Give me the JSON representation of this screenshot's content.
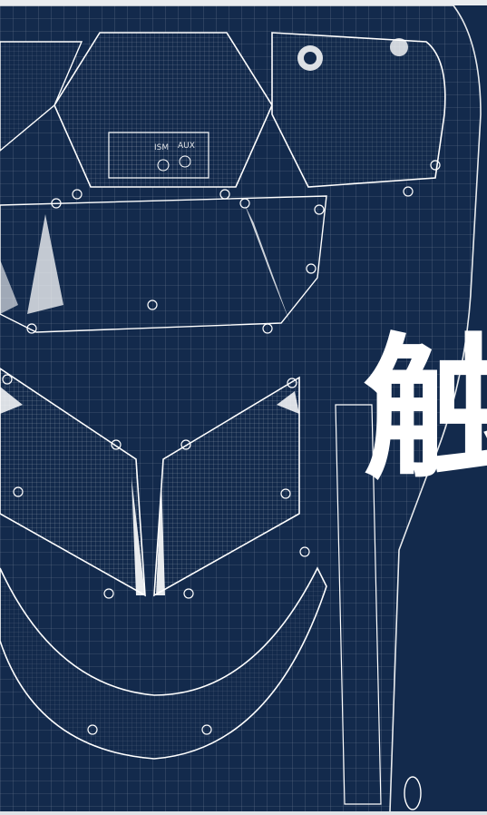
{
  "headline": {
    "text": "触"
  },
  "panel_labels": {
    "left": "ISM",
    "right": "AUX"
  },
  "colors": {
    "background": "#132a4c",
    "wire": "#ffffff",
    "accent": "#cfe1ff"
  }
}
